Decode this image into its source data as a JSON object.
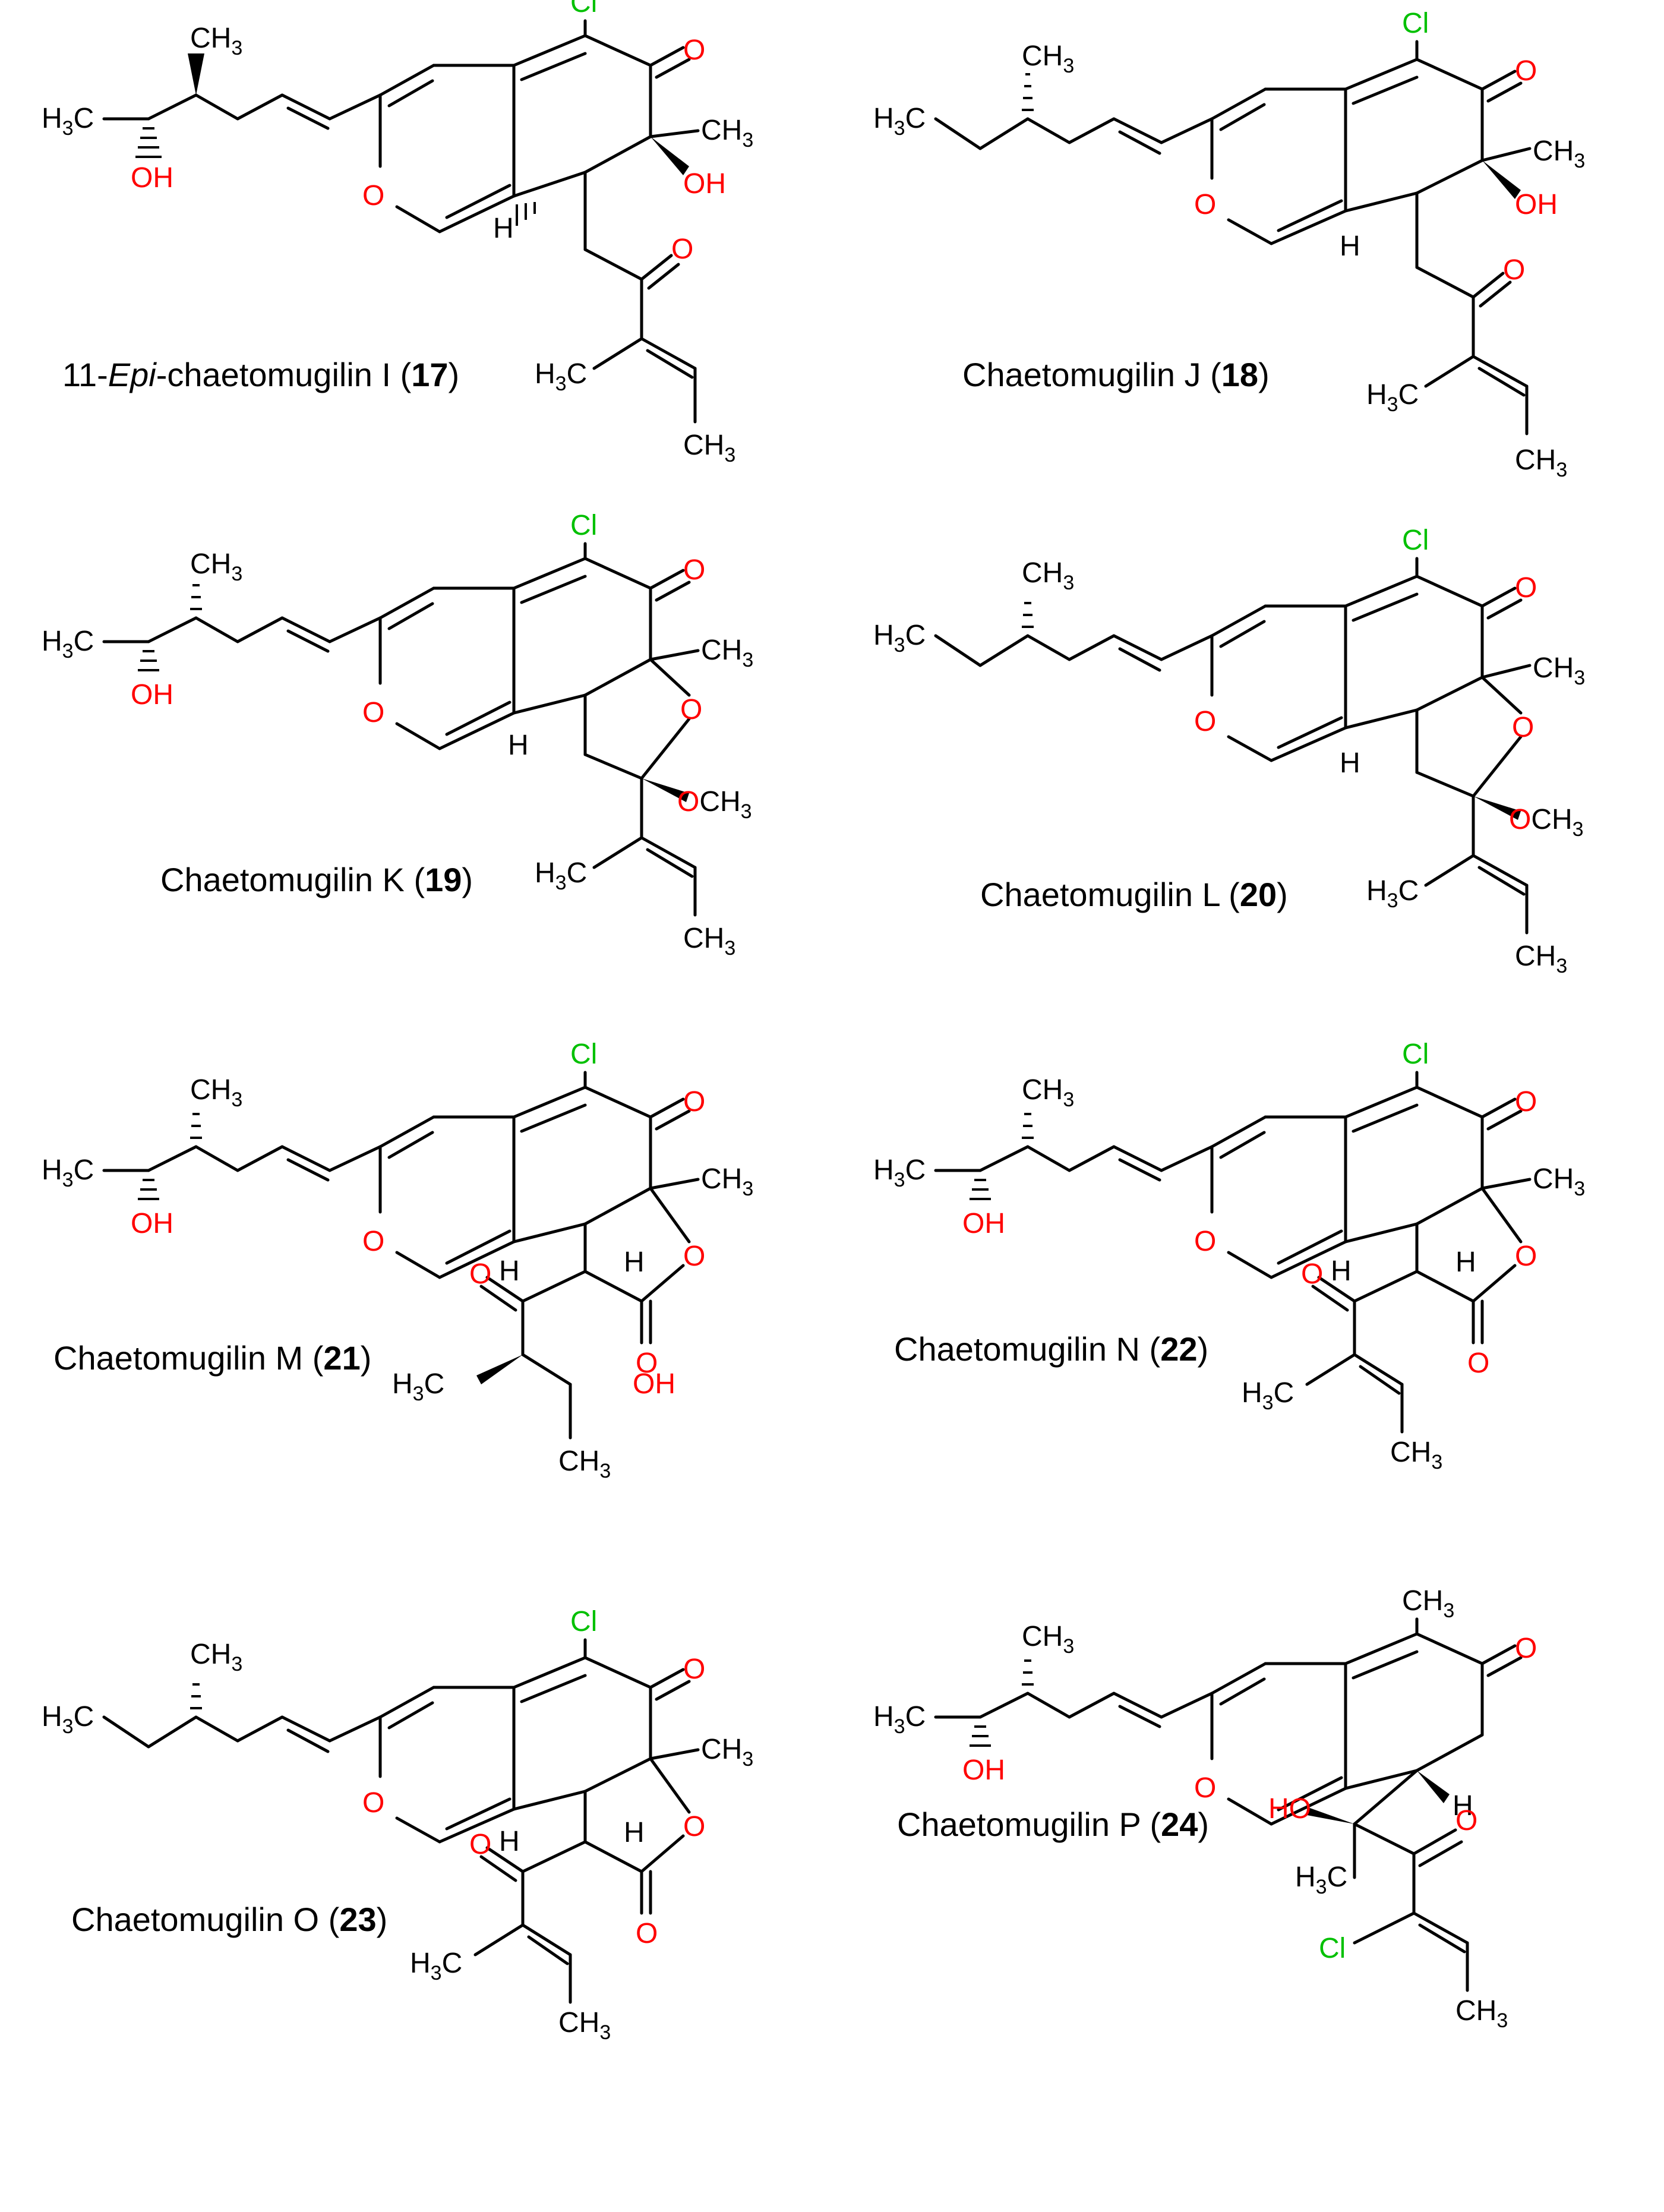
{
  "colors": {
    "bond": "#000000",
    "oxygen": "#ff0000",
    "chlorine": "#00c000",
    "background": "#ffffff"
  },
  "atom_labels": {
    "cl": "Cl",
    "o": "O",
    "oh": "OH",
    "h": "H",
    "ho": "HO",
    "ch": "CH",
    "h3": "H",
    "c": "C",
    "three": "3",
    "och": "OCH",
    "o_red": "O"
  },
  "compounds": [
    {
      "prefix": "11-",
      "italic": "Epi",
      "name": "-chaetomugilin I",
      "open": " (",
      "number": "17",
      "close": ")"
    },
    {
      "prefix": "",
      "italic": "",
      "name": "Chaetomugilin J",
      "open": " (",
      "number": "18",
      "close": ")"
    },
    {
      "prefix": "",
      "italic": "",
      "name": "Chaetomugilin K",
      "open": " (",
      "number": "19",
      "close": ")"
    },
    {
      "prefix": "",
      "italic": "",
      "name": "Chaetomugilin L",
      "open": " (",
      "number": "20",
      "close": ")"
    },
    {
      "prefix": "",
      "italic": "",
      "name": "Chaetomugilin M",
      "open": " (",
      "number": "21",
      "close": ")"
    },
    {
      "prefix": "",
      "italic": "",
      "name": "Chaetomugilin N",
      "open": " (",
      "number": "22",
      "close": ")"
    },
    {
      "prefix": "",
      "italic": "",
      "name": "Chaetomugilin O",
      "open": " (",
      "number": "23",
      "close": ")"
    },
    {
      "prefix": "",
      "italic": "",
      "name": "Chaetomugilin P",
      "open": " (",
      "number": "24",
      "close": ")"
    }
  ]
}
